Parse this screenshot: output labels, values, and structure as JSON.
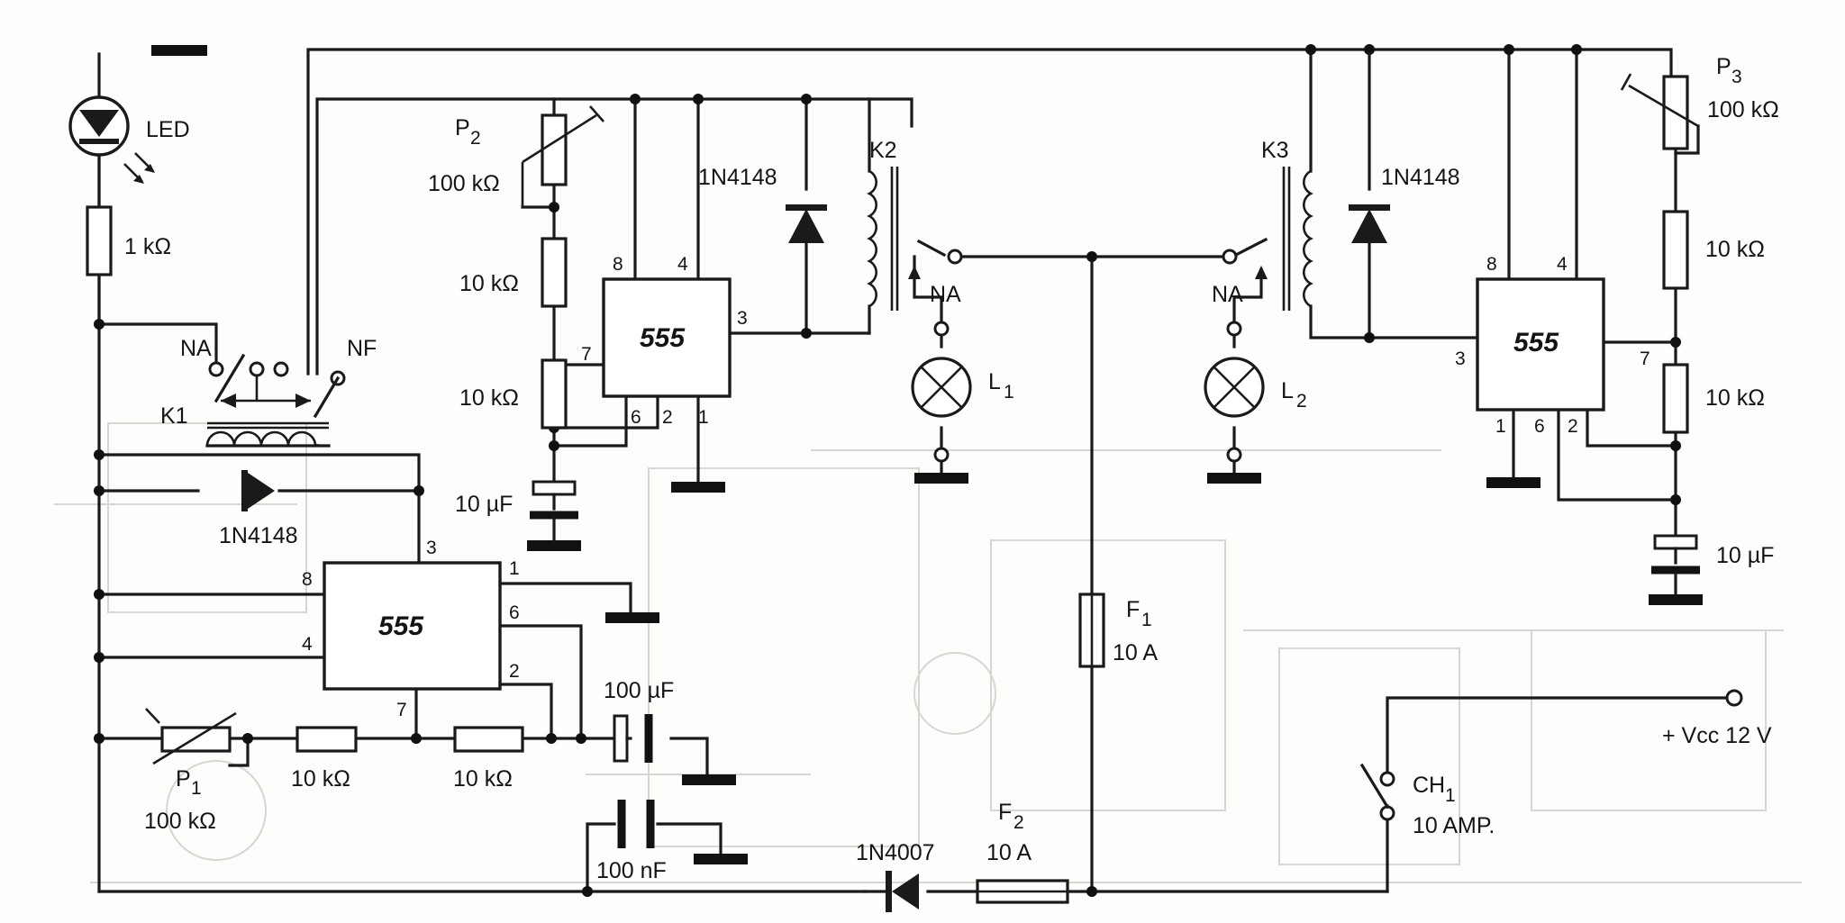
{
  "labels": {
    "led": "LED",
    "r_led": "1 kΩ",
    "k1": "K1",
    "k1_na": "NA",
    "k1_nf": "NF",
    "d_k1": "1N4148",
    "ic1": "555",
    "ic1_pin3": "3",
    "ic1_pin8": "8",
    "ic1_pin4": "4",
    "ic1_pin1": "1",
    "ic1_pin6": "6",
    "ic1_pin2": "2",
    "ic1_pin7": "7",
    "p1": "P",
    "p1_sub": "1",
    "p1_val": "100 kΩ",
    "r1a": "10 kΩ",
    "r1b": "10 kΩ",
    "c1": "100 µF",
    "c2": "100 nF",
    "p2": "P",
    "p2_sub": "2",
    "p2_val": "100 kΩ",
    "r2a": "10 kΩ",
    "r2b": "10 kΩ",
    "c3": "10 µF",
    "ic2": "555",
    "ic2_pin8": "8",
    "ic2_pin4": "4",
    "ic2_pin7": "7",
    "ic2_pin3": "3",
    "ic2_pin6": "6",
    "ic2_pin2": "2",
    "ic2_pin1": "1",
    "d_k2": "1N4148",
    "k2": "K2",
    "k2_na": "NA",
    "l1": "L",
    "l1_sub": "1",
    "k3": "K3",
    "k3_na": "NA",
    "d_k3": "1N4148",
    "l2": "L",
    "l2_sub": "2",
    "f1": "F",
    "f1_sub": "1",
    "f1_val": "10 A",
    "f2": "F",
    "f2_sub": "2",
    "f2_val": "10 A",
    "d_in": "1N4007",
    "ch1": "CH",
    "ch1_sub": "1",
    "ch1_val": "10 AMP.",
    "vcc": "+ Vcc 12 V",
    "p3": "P",
    "p3_sub": "3",
    "p3_val": "100 kΩ",
    "r3a": "10 kΩ",
    "r3b": "10 kΩ",
    "c4": "10 µF",
    "ic3": "555",
    "ic3_pin8": "8",
    "ic3_pin4": "4",
    "ic3_pin3": "3",
    "ic3_pin7": "7",
    "ic3_pin1": "1",
    "ic3_pin6": "6",
    "ic3_pin2": "2"
  }
}
